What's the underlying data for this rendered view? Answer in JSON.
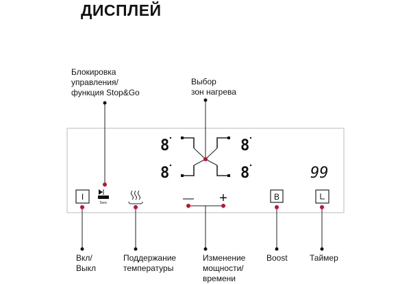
{
  "title": "ДИСПЛЕЙ",
  "labels": {
    "lock": [
      "Блокировка",
      "управления/",
      "функция Stop&Go"
    ],
    "zones": [
      "Выбор",
      "зон нагрева"
    ],
    "power": [
      "Вкл/",
      "Выкл"
    ],
    "keep_warm": [
      "Поддержание",
      "температуры"
    ],
    "power_time": [
      "Изменение",
      "мощности/",
      "времени"
    ],
    "boost": [
      "Boost"
    ],
    "timer": [
      "Таймер"
    ]
  },
  "display": {
    "zone_digit": "8",
    "timer_value": "99",
    "power_key": "I",
    "boost_key": "B",
    "minus_key": "—",
    "plus_key": "+",
    "stopgo_text": "5sec"
  },
  "colors": {
    "accent": "#c8102e",
    "line": "#222222",
    "panel_border": "#bbbbbb"
  },
  "icons": {
    "power": "power-button-icon",
    "lock": "lock-stopgo-icon",
    "keep_warm": "steam-icon",
    "boost": "boost-icon",
    "timer": "timer-icon"
  }
}
